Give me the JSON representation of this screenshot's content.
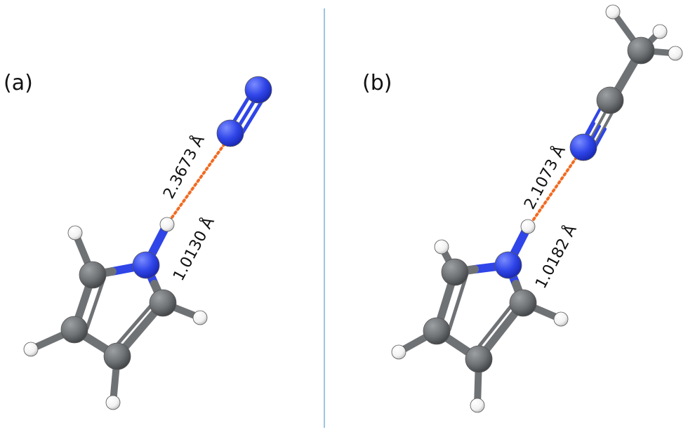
{
  "panels": [
    {
      "label": "(a)",
      "hbond_distance": "2.3673 Å",
      "nh_bond": "1.0130 Å"
    },
    {
      "label": "(b)",
      "hbond_distance": "2.1073 Å",
      "nh_bond": "1.0182 Å"
    }
  ],
  "colors": {
    "carbon": "#6f7275",
    "nitrogen": "#2f45e8",
    "hydrogen": "#ffffff",
    "hbond": "#f26b21",
    "divider": "#9ec4e0"
  }
}
